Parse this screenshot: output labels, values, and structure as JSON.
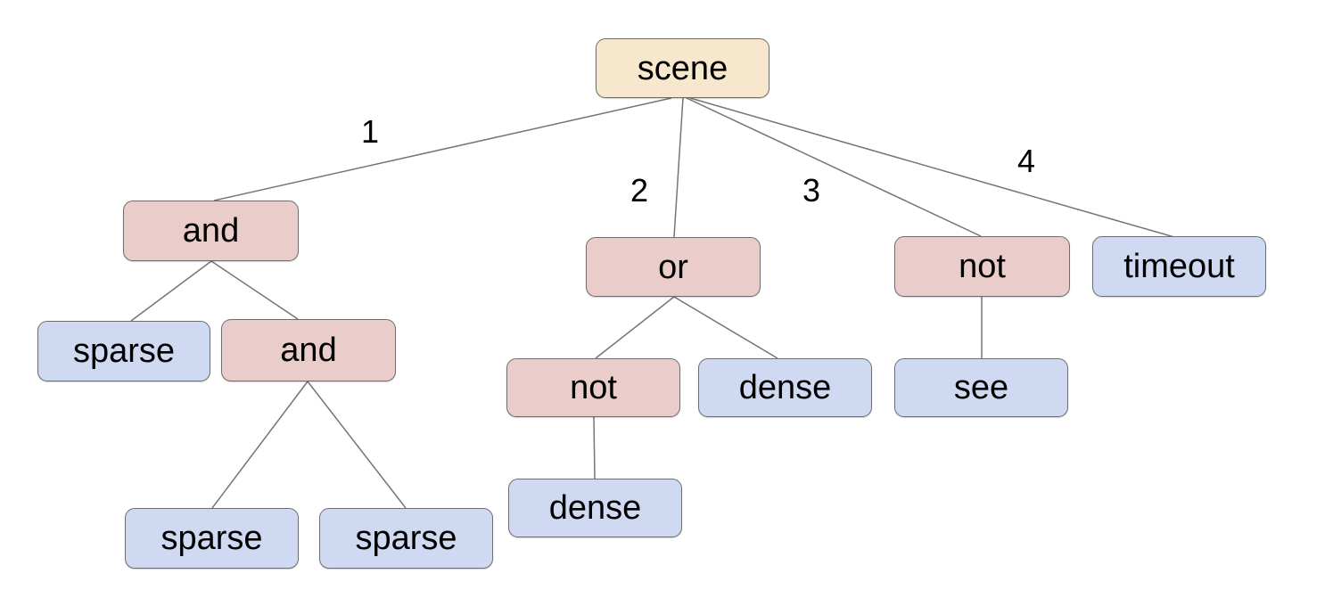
{
  "diagram": {
    "kind": "tree",
    "colors": {
      "root_fill": "#f6e7cd",
      "operator_fill": "#eaccca",
      "leaf_fill": "#cfd9f1",
      "border": "#6e6e6e",
      "edge": "#757575",
      "text": "#000000"
    },
    "nodes": {
      "scene": {
        "label": "scene",
        "type": "root"
      },
      "and1": {
        "label": "and",
        "type": "operator"
      },
      "or1": {
        "label": "or",
        "type": "operator"
      },
      "not1": {
        "label": "not",
        "type": "operator"
      },
      "timeout": {
        "label": "timeout",
        "type": "leaf"
      },
      "sparse1": {
        "label": "sparse",
        "type": "leaf"
      },
      "and2": {
        "label": "and",
        "type": "operator"
      },
      "not2": {
        "label": "not",
        "type": "operator"
      },
      "dense1": {
        "label": "dense",
        "type": "leaf"
      },
      "see1": {
        "label": "see",
        "type": "leaf"
      },
      "sparse2": {
        "label": "sparse",
        "type": "leaf"
      },
      "sparse3": {
        "label": "sparse",
        "type": "leaf"
      },
      "dense2": {
        "label": "dense",
        "type": "leaf"
      }
    },
    "edge_labels": {
      "e1": "1",
      "e2": "2",
      "e3": "3",
      "e4": "4"
    },
    "edges": [
      {
        "from": "scene",
        "to": "and1",
        "label": "1"
      },
      {
        "from": "scene",
        "to": "or1",
        "label": "2"
      },
      {
        "from": "scene",
        "to": "not1",
        "label": "3"
      },
      {
        "from": "scene",
        "to": "timeout",
        "label": "4"
      },
      {
        "from": "and1",
        "to": "sparse1"
      },
      {
        "from": "and1",
        "to": "and2"
      },
      {
        "from": "and2",
        "to": "sparse2"
      },
      {
        "from": "and2",
        "to": "sparse3"
      },
      {
        "from": "or1",
        "to": "not2"
      },
      {
        "from": "or1",
        "to": "dense1"
      },
      {
        "from": "not2",
        "to": "dense2"
      },
      {
        "from": "not1",
        "to": "see1"
      }
    ]
  }
}
